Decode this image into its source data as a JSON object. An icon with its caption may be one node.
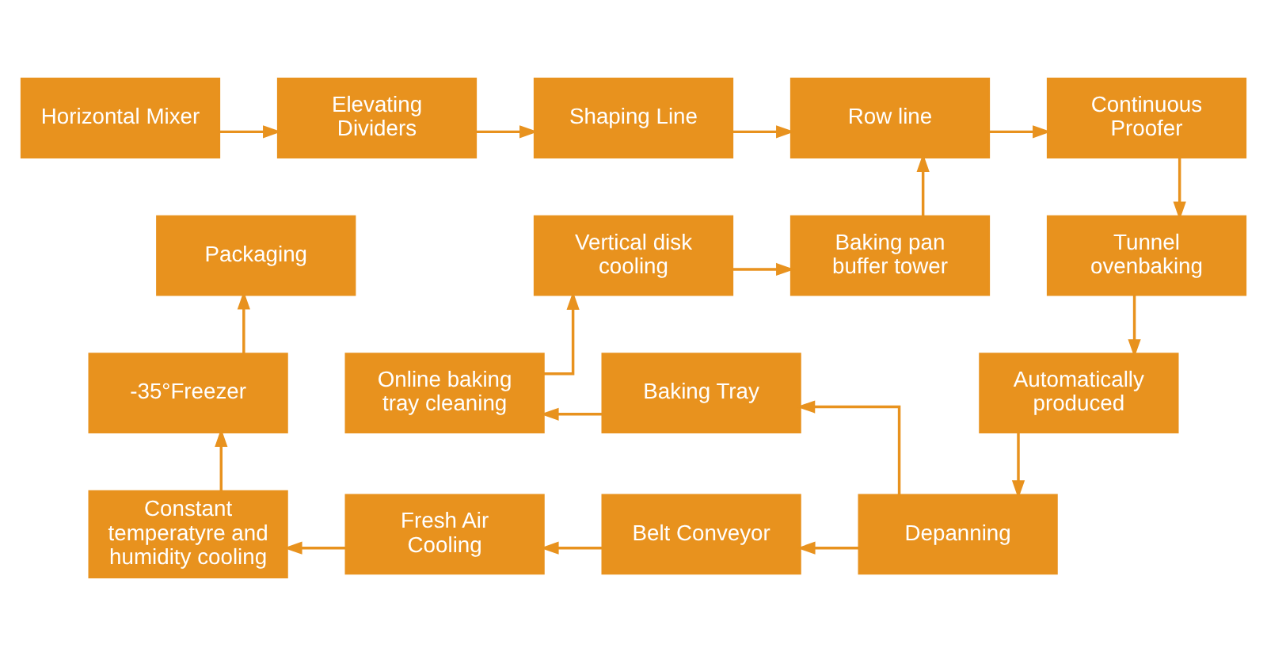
{
  "diagram": {
    "nodes": [
      {
        "text": [
          "Horizontal Mixer"
        ]
      },
      {
        "text": [
          "Elevating Dividers"
        ]
      },
      {
        "text": [
          "Shaping Line"
        ]
      },
      {
        "text": [
          "Row line"
        ]
      },
      {
        "text": [
          "Continuous Proofer"
        ]
      },
      {
        "text": [
          "Packaging"
        ]
      },
      {
        "text": [
          "Vertical disk cooling"
        ]
      },
      {
        "text": [
          "Baking pan buffer tower"
        ]
      },
      {
        "text": [
          "Tunnel ovenbaking"
        ]
      },
      {
        "text": [
          "-35°Freezer"
        ]
      },
      {
        "text": [
          "Online baking tray cleaning"
        ]
      },
      {
        "text": [
          "Baking Tray"
        ]
      },
      {
        "text": [
          "Automatically produced"
        ]
      },
      {
        "text": [
          "Constant temperatyre and humidity cooling"
        ]
      },
      {
        "text": [
          "Fresh Air Cooling"
        ]
      },
      {
        "text": [
          "Belt Conveyor"
        ]
      },
      {
        "text": [
          "Depanning"
        ]
      }
    ],
    "edges": [
      {
        "from": 0,
        "to": 1,
        "arrow": "to"
      },
      {
        "from": 1,
        "to": 2,
        "arrow": "to"
      },
      {
        "from": 2,
        "to": 3,
        "arrow": "to"
      },
      {
        "from": 3,
        "to": 4,
        "arrow": "to"
      },
      {
        "from": 4,
        "to": 8,
        "arrow": "to"
      },
      {
        "from": 8,
        "to": 12,
        "arrow": "to"
      },
      {
        "from": 12,
        "to": 16,
        "arrow": "to"
      },
      {
        "from": 16,
        "to": 11,
        "arrow": "to"
      },
      {
        "from": 11,
        "to": 10,
        "arrow": "to"
      },
      {
        "from": 10,
        "to": 6,
        "arrow": "to"
      },
      {
        "from": 6,
        "to": 7,
        "arrow": "to"
      },
      {
        "from": 7,
        "to": 3,
        "arrow": "to"
      },
      {
        "from": 16,
        "to": 15,
        "arrow": "to"
      },
      {
        "from": 15,
        "to": 14,
        "arrow": "to"
      },
      {
        "from": 14,
        "to": 13,
        "arrow": "to"
      },
      {
        "from": 13,
        "to": 9,
        "arrow": "to"
      },
      {
        "from": 9,
        "to": 5,
        "arrow": "to"
      }
    ]
  }
}
